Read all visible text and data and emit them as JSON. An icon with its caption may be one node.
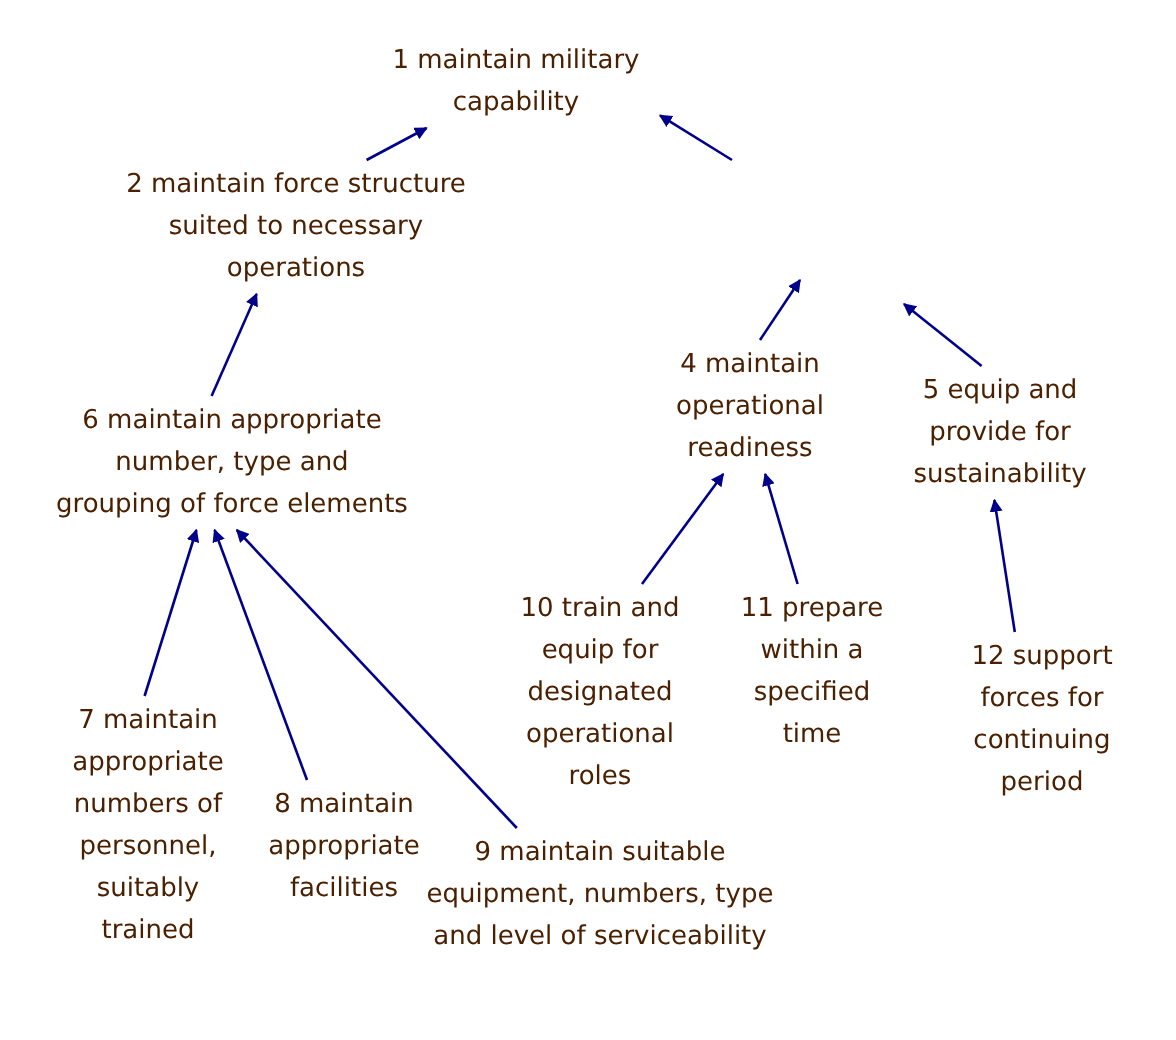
{
  "diagram": {
    "nodes": [
      {
        "text": [
          "1 maintain military capability"
        ]
      },
      {
        "text": [
          "2 maintain force structure suited to necessary operations"
        ]
      },
      {
        "text": [
          "4 maintain operational readiness"
        ]
      },
      {
        "text": [
          "5 equip and provide for sustainability"
        ]
      },
      {
        "text": [
          "6 maintain appropriate number, type and grouping of force elements"
        ]
      },
      {
        "text": [
          "7 maintain appropriate numbers of personnel, suitably trained"
        ]
      },
      {
        "text": [
          "8 maintain appropriate facilities"
        ]
      },
      {
        "text": [
          "9 maintain suitable equipment, numbers, type and level of serviceability"
        ]
      },
      {
        "text": [
          "10 train and equip for designated operational roles"
        ]
      },
      {
        "text": [
          "11 prepare within a specified time"
        ]
      },
      {
        "text": [
          "12 support forces for continuing period"
        ]
      }
    ],
    "edges": [
      {
        "from": 1,
        "to": 0,
        "arrow": "to"
      },
      {
        "from": null,
        "to": 0,
        "arrow": "to"
      },
      {
        "from": 2,
        "to": null,
        "arrow": "to"
      },
      {
        "from": 3,
        "to": null,
        "arrow": "to"
      },
      {
        "from": 4,
        "to": 1,
        "arrow": "to"
      },
      {
        "from": 5,
        "to": 4,
        "arrow": "to"
      },
      {
        "from": 6,
        "to": 4,
        "arrow": "to"
      },
      {
        "from": 7,
        "to": 4,
        "arrow": "to"
      },
      {
        "from": 8,
        "to": 2,
        "arrow": "to"
      },
      {
        "from": 9,
        "to": 2,
        "arrow": "to"
      },
      {
        "from": 10,
        "to": 3,
        "arrow": "to"
      }
    ]
  }
}
